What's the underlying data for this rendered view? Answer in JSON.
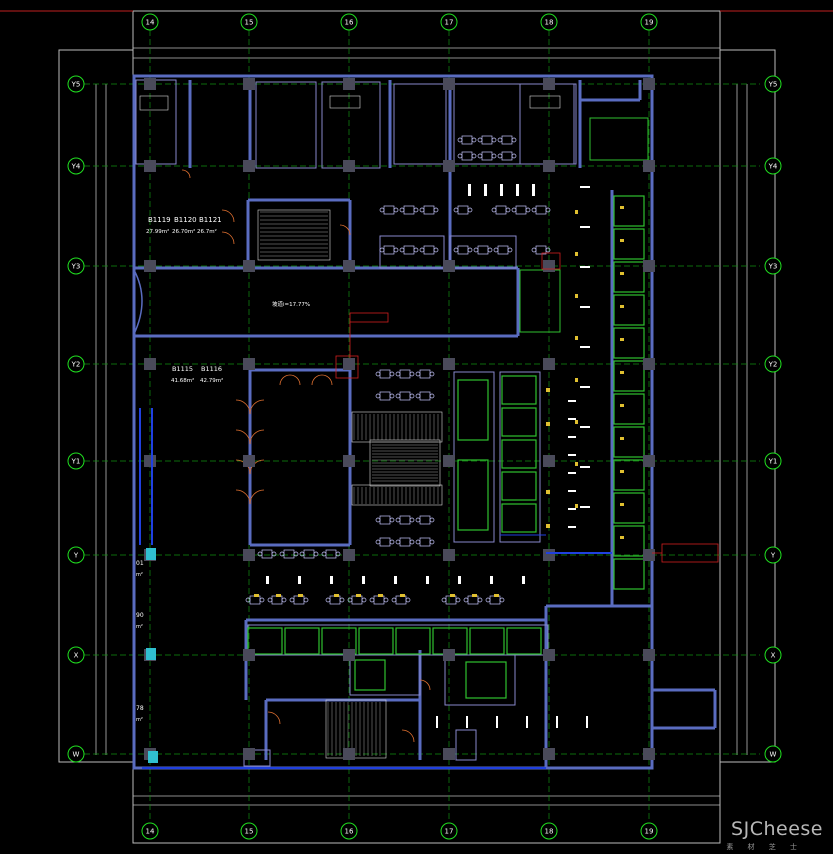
{
  "colors": {
    "background": "#000000",
    "wall": "#5a6cc0",
    "wall_dark": "#3a3a5a",
    "grid_line": "#10c010",
    "grid_bubble": "#20e020",
    "door": "#e07030",
    "stair": "#e0e0e0",
    "furniture": "#d0d0ff",
    "yellow": "#e0c030",
    "red": "#d02020",
    "cyan": "#30c0d0",
    "white_text": "#ffffff"
  },
  "grid": {
    "columns": [
      "14",
      "15",
      "16",
      "17",
      "18",
      "19"
    ],
    "rows": [
      "Y5",
      "Y4",
      "Y3",
      "Y2",
      "Y1",
      "Y",
      "X",
      "W"
    ]
  },
  "rooms": {
    "b1119": {
      "code": "B1119",
      "area": "27.99m²"
    },
    "b1120": {
      "code": "B1120",
      "area": "26.70m²"
    },
    "b1121": {
      "code": "B1121",
      "area": "26.7m²"
    },
    "b1115": {
      "code": "B1115",
      "area": "41.68m²"
    },
    "b1116": {
      "code": "B1116",
      "area": "42.79m²"
    },
    "ramp_slope": "坡道i=17.77%",
    "left_01": "01",
    "left_90": "90",
    "left_78": "78",
    "m2": "m²"
  },
  "watermark": {
    "brand": "SJCheese",
    "sub": "素 材 芝 士"
  }
}
